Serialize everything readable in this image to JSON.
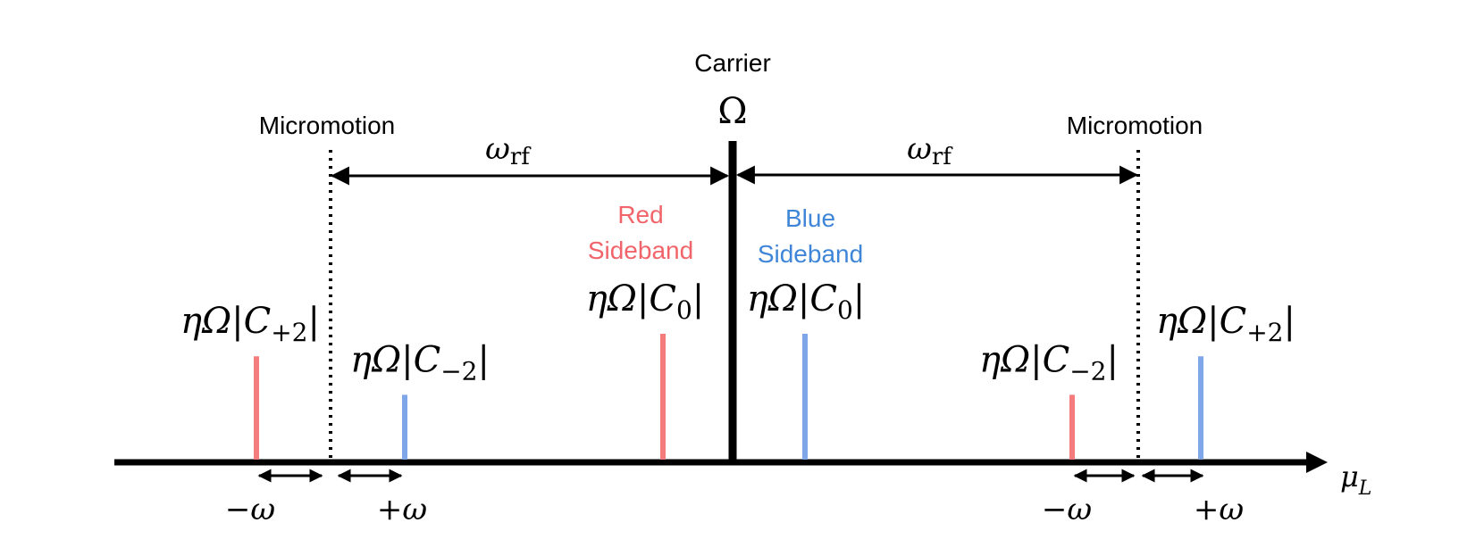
{
  "colors": {
    "axis": "#000000",
    "red_sideband": "#f47c7c",
    "blue_sideband": "#7fa6e8",
    "red_text": "#f0646a",
    "blue_text": "#3f86d8"
  },
  "labels": {
    "carrier": "Carrier",
    "carrier_symbol": "Ω",
    "micromotion_left": "Micromotion",
    "micromotion_right": "Micromotion",
    "omega_rf_left": "ω",
    "omega_rf_left_sub": "rf",
    "omega_rf_right": "ω",
    "omega_rf_right_sub": "rf",
    "red_sideband_line1": "Red",
    "red_sideband_line2": "Sideband",
    "blue_sideband_line1": "Blue",
    "blue_sideband_line2": "Sideband",
    "axis_label": "μ",
    "axis_label_sub": "L",
    "minus_omega_left": "−ω",
    "plus_omega_left": "+ω",
    "minus_omega_right": "−ω",
    "plus_omega_right": "+ω"
  },
  "lines": [
    {
      "id": "red-plus2-left",
      "label": "ηΩ|C",
      "sub": "+2",
      "tail": "|",
      "color": "red",
      "height_fraction": 0.33
    },
    {
      "id": "blue-minus2-left",
      "label": "ηΩ|C",
      "sub": "−2",
      "tail": "|",
      "color": "blue",
      "height_fraction": 0.21
    },
    {
      "id": "red-c0",
      "label": "ηΩ|C",
      "sub": "0",
      "tail": "|",
      "color": "red",
      "height_fraction": 0.4
    },
    {
      "id": "blue-c0",
      "label": "ηΩ|C",
      "sub": "0",
      "tail": "|",
      "color": "blue",
      "height_fraction": 0.4
    },
    {
      "id": "red-minus2-right",
      "label": "ηΩ|C",
      "sub": "−2",
      "tail": "|",
      "color": "red",
      "height_fraction": 0.21
    },
    {
      "id": "blue-plus2-right",
      "label": "ηΩ|C",
      "sub": "+2",
      "tail": "|",
      "color": "blue",
      "height_fraction": 0.33
    }
  ]
}
